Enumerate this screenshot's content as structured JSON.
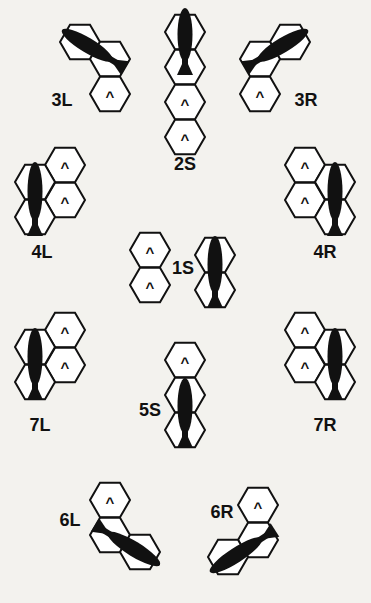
{
  "diagram": {
    "labels": [
      "^",
      "3L",
      "^",
      "^",
      "2S",
      "^",
      "3R",
      "^",
      "^",
      "4L",
      "^",
      "^",
      "1S",
      "^",
      "^",
      "4R",
      "^",
      "^",
      "7L",
      "^",
      "5S",
      "^",
      "^",
      "7R",
      "^",
      "6L",
      "^",
      "6R"
    ]
  }
}
